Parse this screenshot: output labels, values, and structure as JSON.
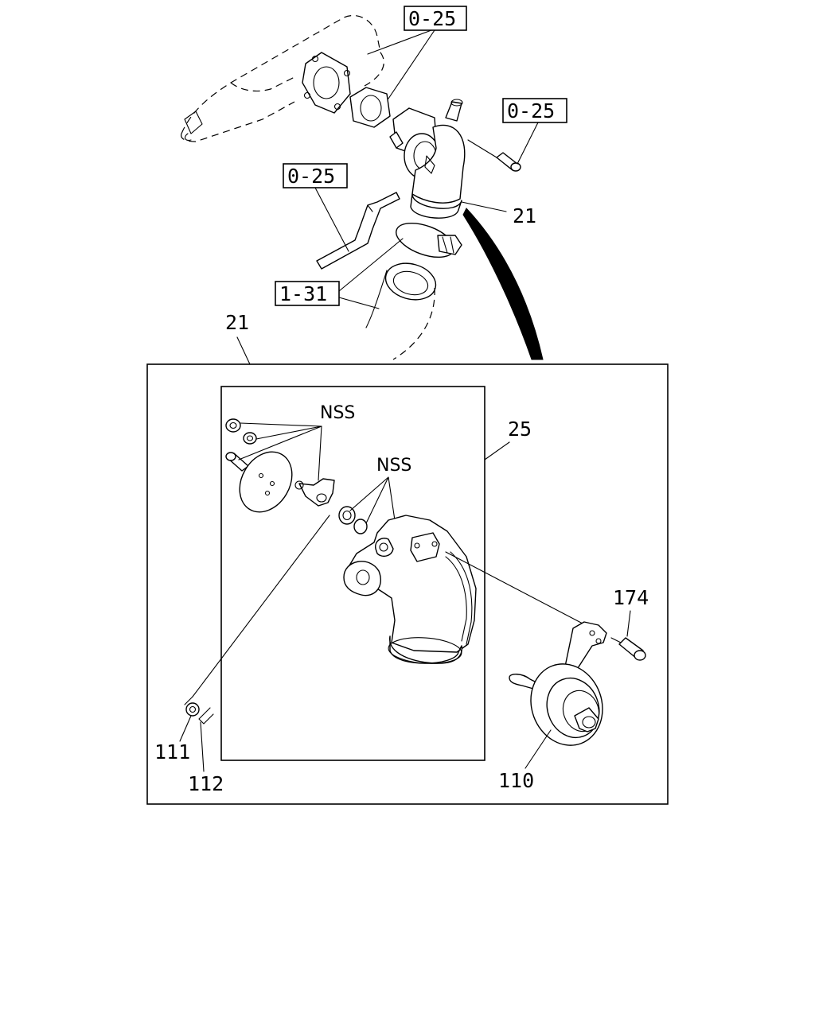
{
  "references": {
    "ref_top": "0-25",
    "ref_right": "0-25",
    "ref_left": "0-25",
    "ref_pipe": "1-31"
  },
  "callouts": {
    "c21_upper": "21",
    "c21_frame": "21",
    "c25": "25",
    "nss_upper": "NSS",
    "nss_lower": "NSS",
    "c174": "174",
    "c111": "111",
    "c112": "112",
    "c110": "110"
  }
}
